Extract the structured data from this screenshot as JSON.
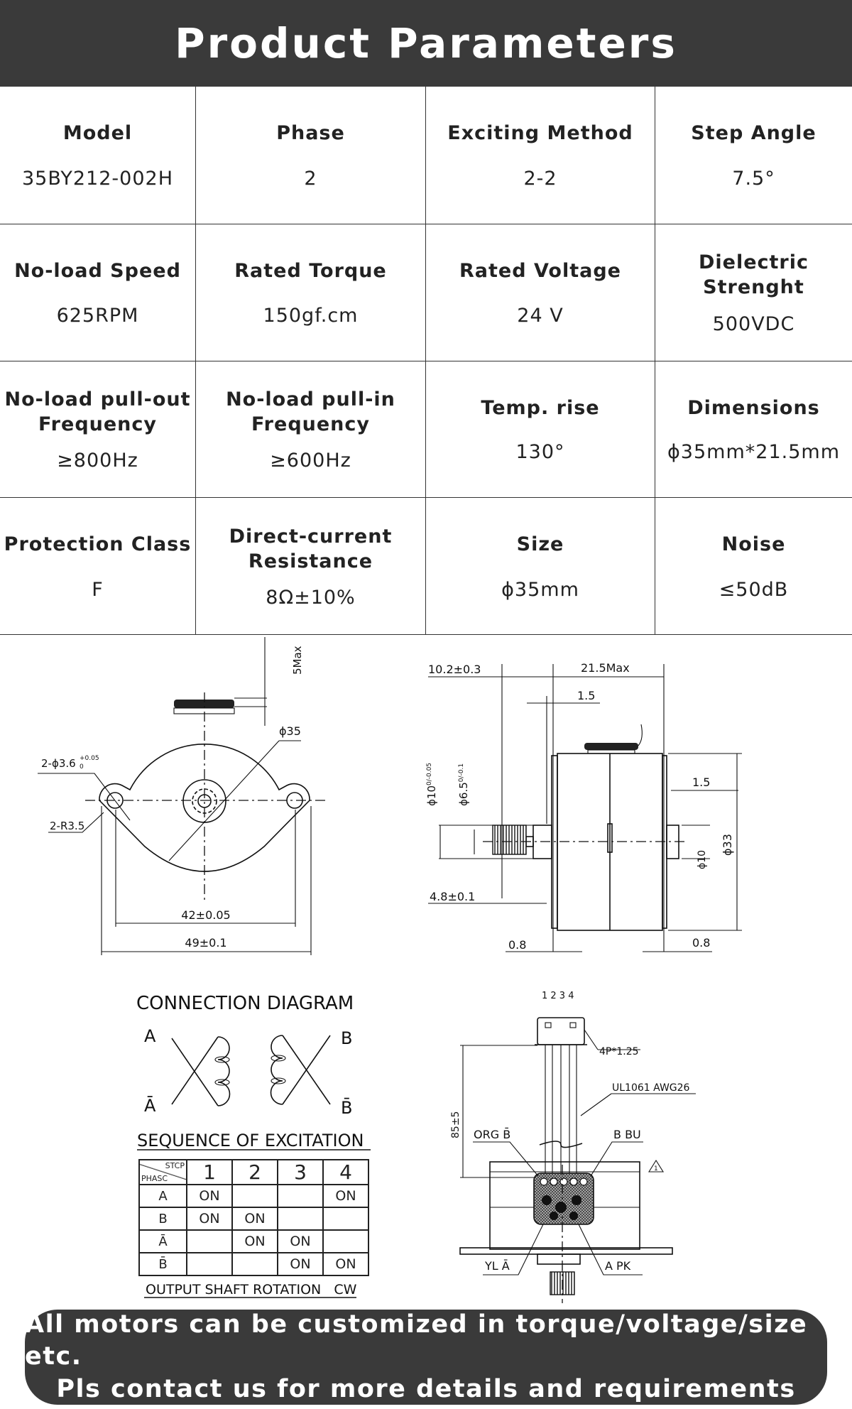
{
  "header": {
    "title": "Product Parameters"
  },
  "params": [
    {
      "title": "Model",
      "value": "35BY212-002H"
    },
    {
      "title": "Phase",
      "value": "2"
    },
    {
      "title": "Exciting Method",
      "value": "2-2"
    },
    {
      "title": "Step Angle",
      "value": "7.5°"
    },
    {
      "title": "No-load Speed",
      "value": "625RPM"
    },
    {
      "title": "Rated Torque",
      "value": "150gf.cm"
    },
    {
      "title": "Rated Voltage",
      "value": "24 V"
    },
    {
      "title": "Dielectric Strenght",
      "value": "500VDC"
    },
    {
      "title": "No-load pull-out Frequency",
      "value": "≥800Hz"
    },
    {
      "title": "No-load pull-in Frequency",
      "value": "≥600Hz"
    },
    {
      "title": "Temp. rise",
      "value": "130°"
    },
    {
      "title": "Dimensions",
      "value": "ϕ35mm*21.5mm"
    },
    {
      "title": "Protection Class",
      "value": "F"
    },
    {
      "title": "Direct-current Resistance",
      "value": "8Ω±10%"
    },
    {
      "title": "Size",
      "value": "ϕ35mm"
    },
    {
      "title": "Noise",
      "value": "≤50dB"
    }
  ],
  "front_view": {
    "max_height": "5Max",
    "diameter": "ϕ35",
    "hole": "2-ϕ3.6",
    "hole_tol_upper": "+0.05",
    "hole_tol_lower": "0",
    "radius": "2-R3.5",
    "hole_spacing": "42±0.05",
    "width": "49±0.1"
  },
  "side_view": {
    "shaft_len": "10.2±0.3",
    "depth": "21.5Max",
    "flange": "1.5",
    "boss_dia": "ϕ10",
    "boss_tol": "0/-0.05",
    "gear_dia": "ϕ6.5",
    "gear_tol": "0/-0.1",
    "rear_flange": "1.5",
    "rear_boss_dia": "ϕ10",
    "body_dia": "ϕ33",
    "gear_len": "4.8±0.1",
    "plate_left": "0.8",
    "plate_right": "0.8"
  },
  "connection": {
    "title": "CONNECTION DIAGRAM",
    "a": "A",
    "a_bar": "Ā",
    "b": "B",
    "b_bar": "B̄",
    "sequence_title": "SEQUENCE OF EXCITATION",
    "corner_step": "STCP",
    "corner_phase": "PHASC",
    "steps": [
      "1",
      "2",
      "3",
      "4"
    ],
    "rows": [
      {
        "phase": "A",
        "cells": [
          "ON",
          "",
          "",
          "ON"
        ]
      },
      {
        "phase": "B",
        "cells": [
          "ON",
          "ON",
          "",
          ""
        ]
      },
      {
        "phase": "Ā",
        "cells": [
          "",
          "ON",
          "ON",
          ""
        ]
      },
      {
        "phase": "B̄",
        "cells": [
          "",
          "",
          "ON",
          "ON"
        ]
      }
    ],
    "rotation": "OUTPUT SHAFT ROTATION   CW"
  },
  "wiring": {
    "pins": "1 2 3 4",
    "connector": "4P*1.25",
    "wire": "UL1061 AWG26",
    "length": "85±5",
    "org": "ORG B̄",
    "bu": "B BU",
    "yl": "YL Ā",
    "pk": "A PK",
    "note": "1"
  },
  "banner": {
    "line1": "All motors can be customized in torque/voltage/size etc.",
    "line2": "Pls contact us for more details and requirements"
  }
}
